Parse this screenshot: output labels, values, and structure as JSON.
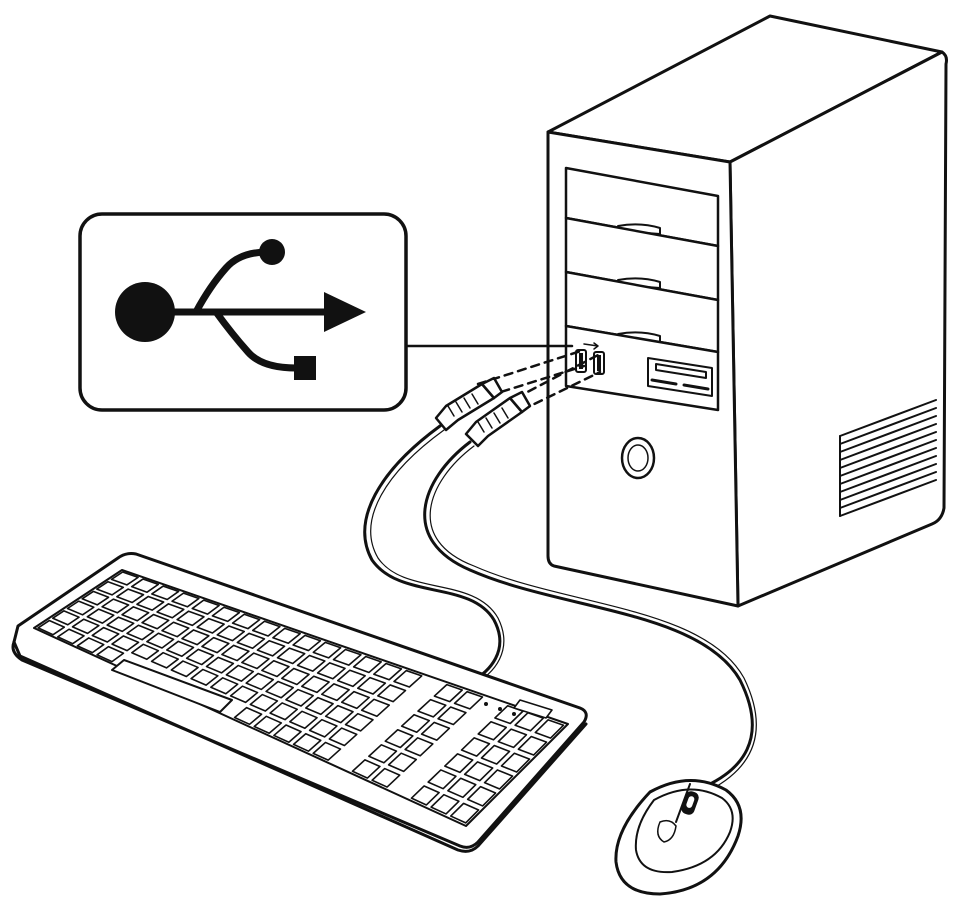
{
  "illustration": {
    "subject": "usb-connection",
    "devices": [
      "computer-tower",
      "keyboard",
      "mouse"
    ],
    "callout_symbol": "usb-trident-icon",
    "colors": {
      "line": "#111111",
      "fill": "#ffffff"
    }
  },
  "keyboard": {
    "brand_text": ""
  },
  "tower": {
    "front_port_label": ""
  }
}
